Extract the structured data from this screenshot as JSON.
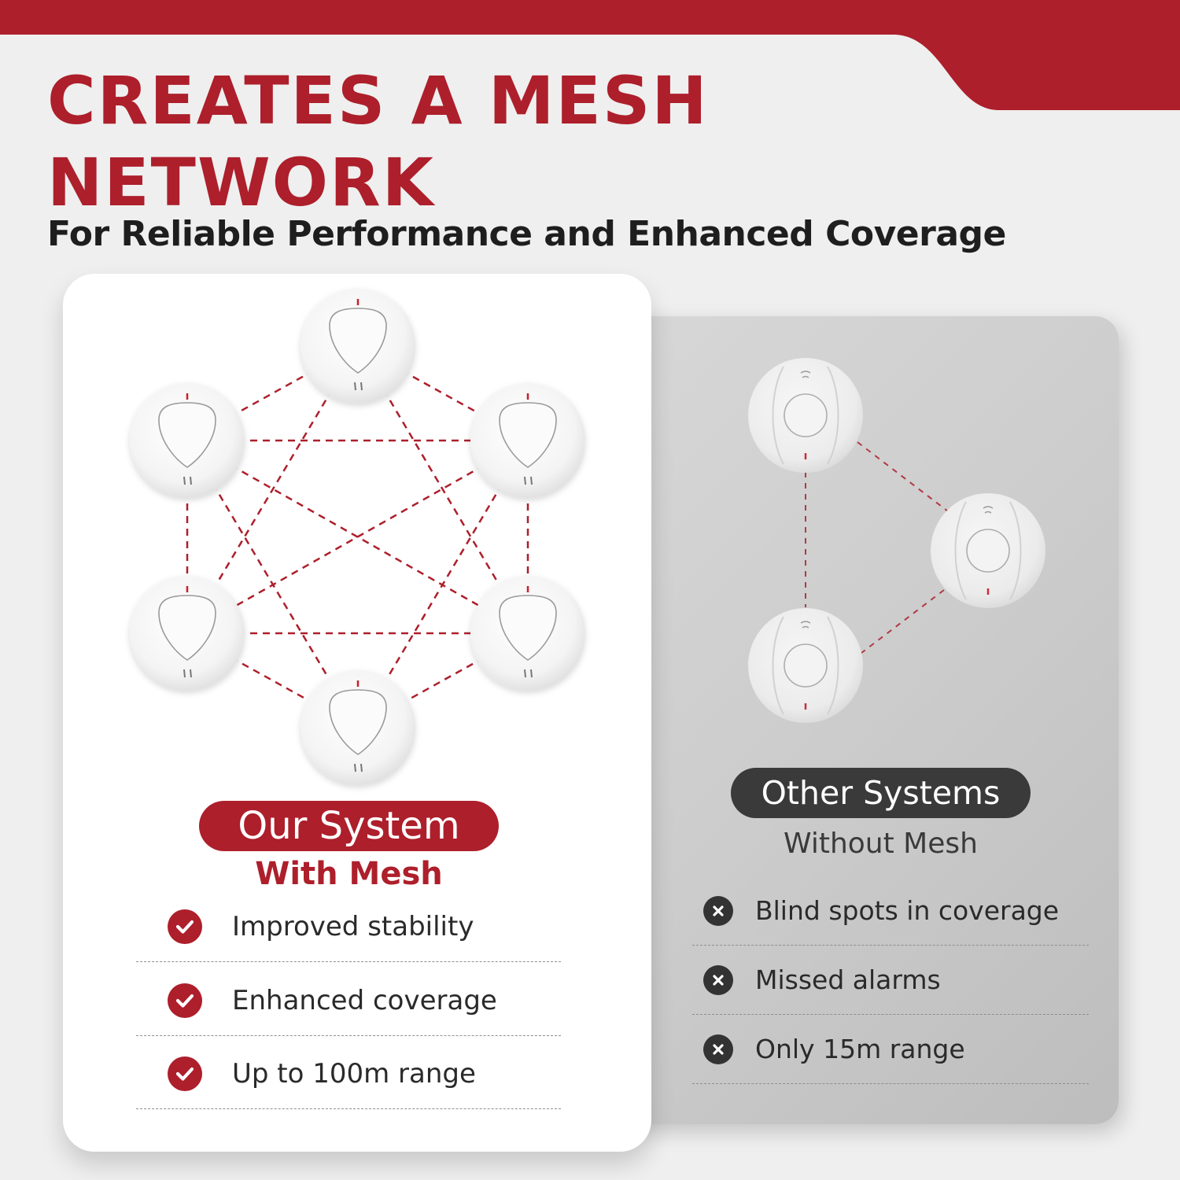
{
  "headline": {
    "line1": "CREATES A MESH",
    "line2": "NETWORK",
    "subtitle": "For Reliable Performance and Enhanced Coverage"
  },
  "our_system": {
    "label": "Our System",
    "caption": "With Mesh",
    "features": [
      "Improved stability",
      "Enhanced coverage",
      "Up to 100m range"
    ]
  },
  "other_systems": {
    "label": "Other Systems",
    "caption": "Without Mesh",
    "features": [
      "Blind spots in coverage",
      "Missed alarms",
      "Only 15m range"
    ]
  },
  "colors": {
    "brand_red": "#ad1f2b",
    "dark_gray": "#3a3a3a",
    "background": "#efefef"
  },
  "icons": {
    "positive": "check-icon",
    "negative": "x-icon"
  }
}
